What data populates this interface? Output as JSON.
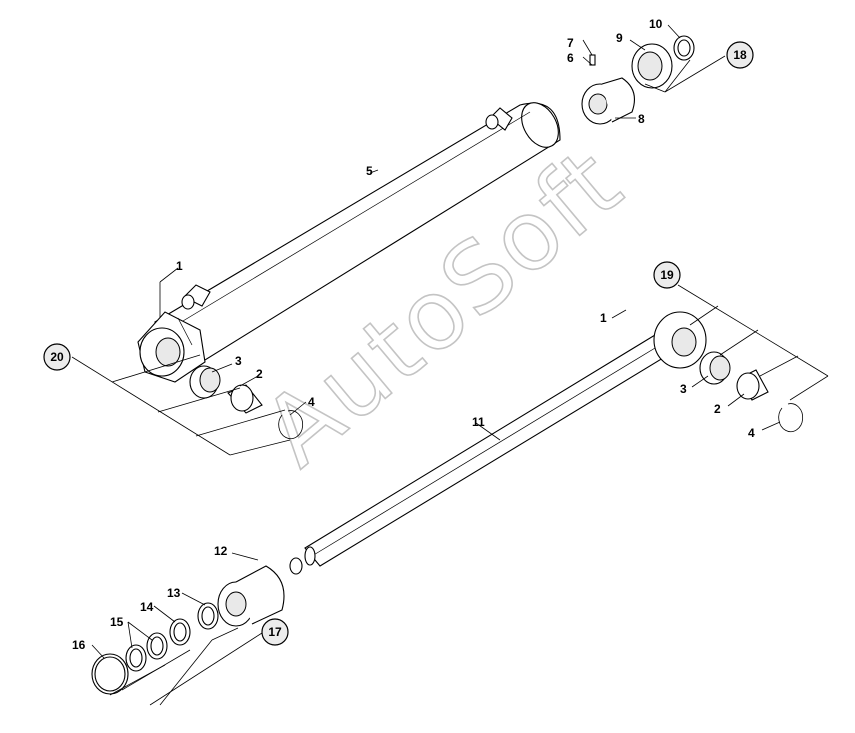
{
  "watermark": "AutoSoft",
  "callouts": {
    "c1a": "1",
    "c1b": "1",
    "c2a": "2",
    "c2b": "2",
    "c3a": "3",
    "c3b": "3",
    "c4a": "4",
    "c4b": "4",
    "c5": "5",
    "c6": "6",
    "c7": "7",
    "c8": "8",
    "c9": "9",
    "c10": "10",
    "c11": "11",
    "c12": "12",
    "c13": "13",
    "c14": "14",
    "c15": "15",
    "c16": "16"
  },
  "assemblies": {
    "a17": "17",
    "a18": "18",
    "a19": "19",
    "a20": "20"
  }
}
